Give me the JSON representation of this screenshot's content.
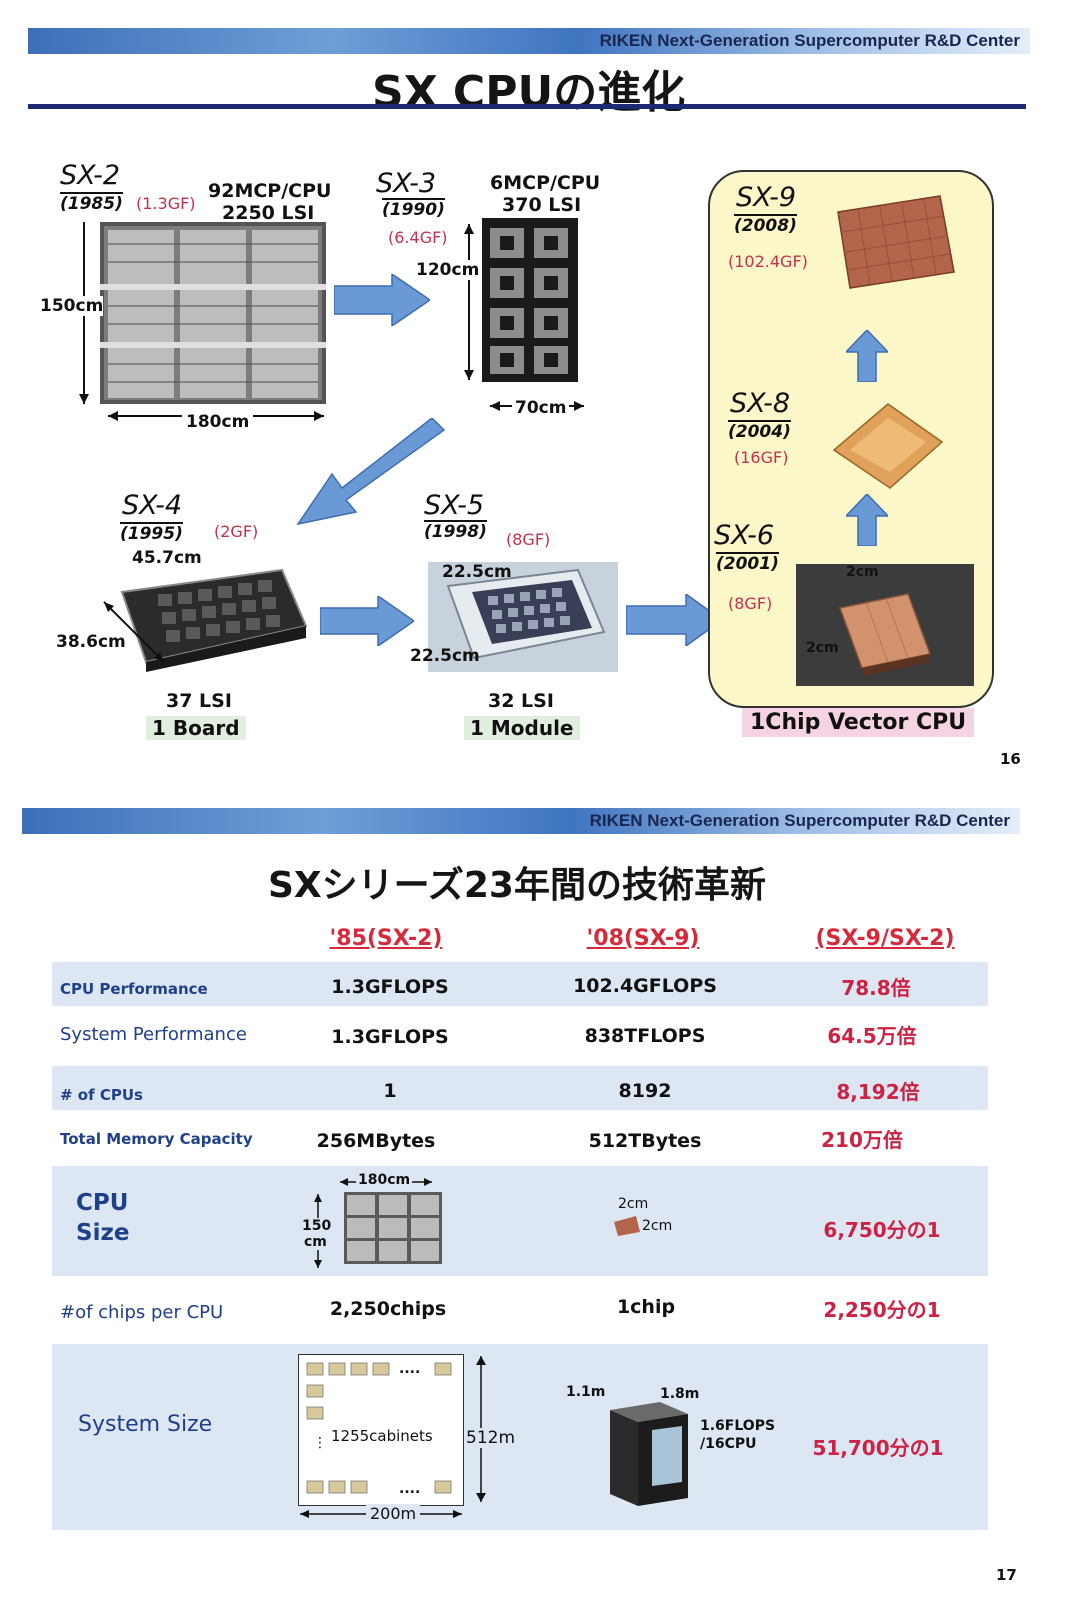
{
  "slide16": {
    "banner": "RIKEN Next-Generation Supercomputer R&D Center",
    "title": "SX CPUの進化",
    "page": "16",
    "sx2": {
      "name": "SX-2",
      "year": "(1985)",
      "gf": "(1.3GF)",
      "spec1": "92MCP/CPU",
      "spec2": "2250  LSI",
      "height": "150cm",
      "width": "180cm"
    },
    "sx3": {
      "name": "SX-3",
      "year": "(1990)",
      "gf": "(6.4GF)",
      "spec1": "6MCP/CPU",
      "spec2": "370  LSI",
      "height": "120cm",
      "width": "70cm"
    },
    "sx4": {
      "name": "SX-4",
      "year": "(1995)",
      "gf": "(2GF)",
      "w": "45.7cm",
      "d": "38.6cm",
      "lsi": "37 LSI",
      "unit": "1 Board"
    },
    "sx5": {
      "name": "SX-5",
      "year": "(1998)",
      "gf": "(8GF)",
      "w": "22.5cm",
      "d": "22.5cm",
      "lsi": "32 LSI",
      "unit": "1 Module"
    },
    "sx6": {
      "name": "SX-6",
      "year": "(2001)",
      "gf": "(8GF)",
      "w": "2cm",
      "d": "2cm"
    },
    "sx8": {
      "name": "SX-8",
      "year": "(2004)",
      "gf": "(16GF)"
    },
    "sx9": {
      "name": "SX-9",
      "year": "(2008)",
      "gf": "(102.4GF)"
    },
    "chip_label": "1Chip Vector CPU"
  },
  "slide17": {
    "banner": "RIKEN Next-Generation Supercomputer R&D Center",
    "title": "SXシリーズ23年間の技術革新",
    "page": "17",
    "columns": [
      "'85(SX-2)",
      "'08(SX-9)",
      "(SX-9/SX-2)"
    ],
    "rows": [
      {
        "label": "CPU Performance",
        "a": "1.3GFLOPS",
        "b": "102.4GFLOPS",
        "r": "78.8倍"
      },
      {
        "label": "System Performance",
        "a": "1.3GFLOPS",
        "b": "838TFLOPS",
        "r": "64.5万倍"
      },
      {
        "label": "# of CPUs",
        "a": "1",
        "b": "8192",
        "r": "8,192倍"
      },
      {
        "label": "Total Memory Capacity",
        "a": "256MBytes",
        "b": "512TBytes",
        "r": "210万倍"
      }
    ],
    "cpu_size": {
      "label1": "CPU",
      "label2": "Size",
      "w": "180cm",
      "h1": "150",
      "h2": "cm",
      "chip_a": "2cm",
      "chip_b": "2cm",
      "r": "6,750分の1"
    },
    "chips": {
      "label": "#of chips per CPU",
      "a": "2,250chips",
      "b": "1chip",
      "r": "2,250分の1"
    },
    "system_size": {
      "label": "System Size",
      "cabinets": "1255cabinets",
      "dots": "....",
      "h": "512m",
      "w": "200m",
      "d1": "1.1m",
      "d2": "1.8m",
      "perf1": "1.6FLOPS",
      "perf2": "/16CPU",
      "r": "51,700分の1"
    }
  }
}
